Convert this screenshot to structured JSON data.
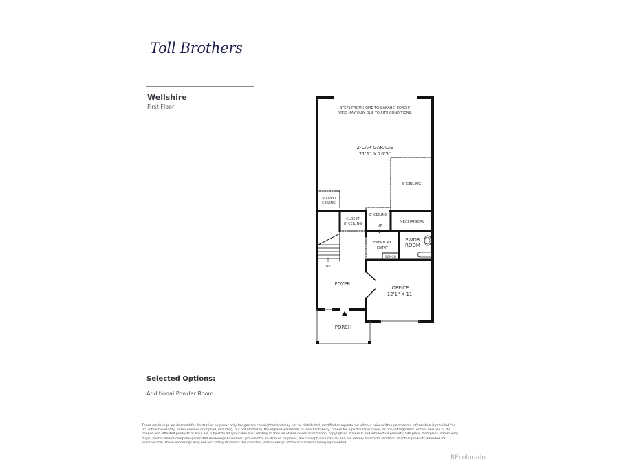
{
  "brand": {
    "logo_text": "Toll Brothers",
    "logo_color": "#1d1f4a"
  },
  "plan_info": {
    "model_name": "Wellshire",
    "floor_label": "First Floor"
  },
  "floorplan": {
    "note_line1": "STEPS FROM HOME TO GARAGE/ PORCH/",
    "note_line2": "PATIO MAY VARY DUE TO SITE CONDITIONS.",
    "garage_name": "2-CAR GARAGE",
    "garage_dims": "21'1\" X 20'5\"",
    "garage_ceiling": "8' CEILING",
    "sloped_line1": "SLOPED",
    "sloped_line2": "CEILING",
    "closet_line1": "CLOSET",
    "closet_line2": "8' CEILING",
    "hall_ceiling": "8' CEILING",
    "hall_up": "UP",
    "mechanical": "MECHANICAL",
    "entry_line1": "EVERYDAY",
    "entry_line2": "ENTRY",
    "bench": "BENCH",
    "pwdr_line1": "PWDR",
    "pwdr_line2": "ROOM",
    "stair_up": "UP",
    "foyer": "FOYER",
    "office_name": "OFFICE",
    "office_dims": "12'1\" X 11'",
    "porch": "PORCH"
  },
  "options": {
    "title": "Selected Options:",
    "items": [
      "Additional Powder Room"
    ]
  },
  "disclaimer": "These renderings are intended for illustrative purposes only. Images are copyrighted and may not be distributed, modified or reproduced without prior written permission. Information is provided \"as is\", without warranty, either express or implied, including, but not limited to, the implied warranties of merchantability, fitness for a particular purpose, or non-infringement. Access and use of the images and affiliated products or links are subject to all applicable laws relating to the use of web-based information, copyrighted materials and intellectual property. Site plans, floorplans, community maps, photos and/or computer-generated renderings have been provided for illustrative purposes, are conceptual in nature, and are merely an artist's rendition of actual products intended for example only. These renderings may not accurately represent the condition, size or design of the actual items being represented.",
  "watermark": "REcolorado"
}
